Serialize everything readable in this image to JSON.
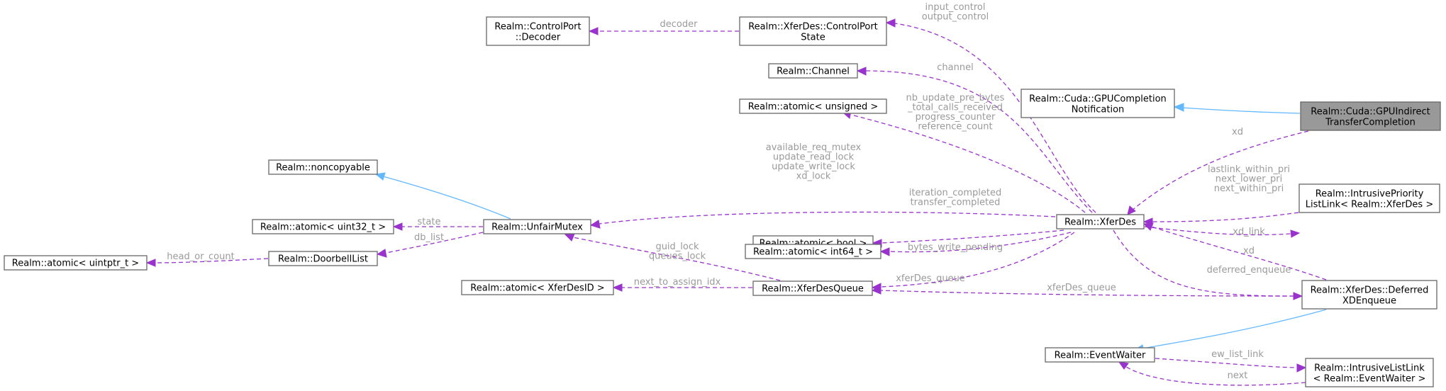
{
  "nodes": {
    "gpu_indirect": [
      "Realm::Cuda::GPUIndirect",
      "TransferCompletion"
    ],
    "gpu_completion": [
      "Realm::Cuda::GPUCompletion",
      "Notification"
    ],
    "xferdes": [
      "Realm::XferDes"
    ],
    "controlport_decoder": [
      "Realm::ControlPort",
      "::Decoder"
    ],
    "controlport_state": [
      "Realm::XferDes::ControlPort",
      "State"
    ],
    "channel": [
      "Realm::Channel"
    ],
    "atomic_unsigned": [
      "Realm::atomic< unsigned >"
    ],
    "noncopyable": [
      "Realm::noncopyable"
    ],
    "unfair_mutex": [
      "Realm::UnfairMutex"
    ],
    "atomic_uint32": [
      "Realm::atomic< uint32_t >"
    ],
    "doorbell_list": [
      "Realm::DoorbellList"
    ],
    "atomic_uintptr": [
      "Realm::atomic< uintptr_t >"
    ],
    "atomic_bool": [
      "Realm::atomic< bool >"
    ],
    "atomic_int64": [
      "Realm::atomic< int64_t >"
    ],
    "xferdes_queue": [
      "Realm::XferDesQueue"
    ],
    "atomic_xferdesid": [
      "Realm::atomic< XferDesID >"
    ],
    "intrusive_priority": [
      "Realm::IntrusivePriority",
      "ListLink< Realm::XferDes >"
    ],
    "deferred_enqueue": [
      "Realm::XferDes::Deferred",
      "XDEnqueue"
    ],
    "event_waiter": [
      "Realm::EventWaiter"
    ],
    "intrusive_listlink": [
      "Realm::IntrusiveListLink",
      "< Realm::EventWaiter >"
    ]
  },
  "edges": {
    "gpu_indirect_gpu_completion": [],
    "gpu_indirect_xferdes": [
      "xd"
    ],
    "xferdes_controlport_state": [
      "input_control",
      "output_control"
    ],
    "controlport_state_decoder": [
      "decoder"
    ],
    "xferdes_channel": [
      "channel"
    ],
    "xferdes_atomic_unsigned": [
      "nb_update_pre_bytes",
      "_total_calls_received",
      "progress_counter",
      "reference_count"
    ],
    "xferdes_unfair_mutex": [
      "available_req_mutex",
      "update_read_lock",
      "update_write_lock",
      "xd_lock"
    ],
    "xferdes_atomic_bool": [
      "iteration_completed",
      "transfer_completed"
    ],
    "xferdes_atomic_int64": [
      "bytes_write_pending"
    ],
    "xferdes_xferdes_queue": [
      "xferDes_queue"
    ],
    "unfair_mutex_noncopyable": [],
    "unfair_mutex_atomic_uint32": [
      "state"
    ],
    "unfair_mutex_doorbell_list": [
      "db_list"
    ],
    "doorbell_list_atomic_uintptr": [
      "head_or_count"
    ],
    "xferdes_queue_unfair_mutex": [
      "guid_lock",
      "queues_lock"
    ],
    "xferdes_queue_atomic_xferdesid": [
      "next_to_assign_idx"
    ],
    "intrusive_priority_xferdes": [
      "lastlink_within_pri",
      "next_lower_pri",
      "next_within_pri"
    ],
    "xferdes_intrusive_priority": [
      "xd_link"
    ],
    "deferred_xferdes": [
      "xd"
    ],
    "xferdes_deferred": [
      "deferred_enqueue"
    ],
    "deferred_xferdes_queue": [
      "xferDes_queue"
    ],
    "deferred_event_waiter": [],
    "event_waiter_intrusive_listlink": [
      "ew_list_link"
    ],
    "intrusive_listlink_event_waiter": [
      "next"
    ]
  },
  "colors": {
    "usage_edge": "#9a32cd",
    "inheritance_edge": "#63b8ff",
    "focus_node_fill": "#999999",
    "node_border": "#666666",
    "edge_label": "#9a9a9a"
  }
}
